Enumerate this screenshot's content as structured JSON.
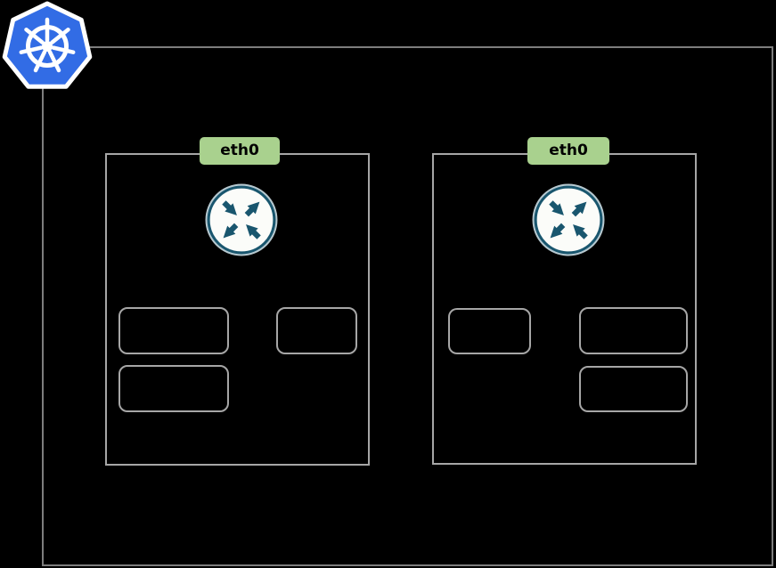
{
  "diagram": {
    "kind": "kubernetes-node-networking-diagram",
    "background_color": "#000000"
  },
  "cluster": {
    "logo_icon": "kubernetes-logo",
    "border_color": "#7d7d7d"
  },
  "nodes": [
    {
      "interface_label": "eth0",
      "router_icon": "router-icon",
      "pod_count": 3
    },
    {
      "interface_label": "eth0",
      "router_icon": "router-icon",
      "pod_count": 3
    }
  ],
  "colors": {
    "kubernetes_blue": "#326ce5",
    "node_border": "#a6a6a6",
    "pod_border": "#a6a6a6",
    "eth_badge_fill": "#a9d18e",
    "eth_badge_text": "#000000",
    "router_teal": "#19566e",
    "router_halo": "#b7c9d0",
    "router_fill": "#fbfcf9"
  }
}
